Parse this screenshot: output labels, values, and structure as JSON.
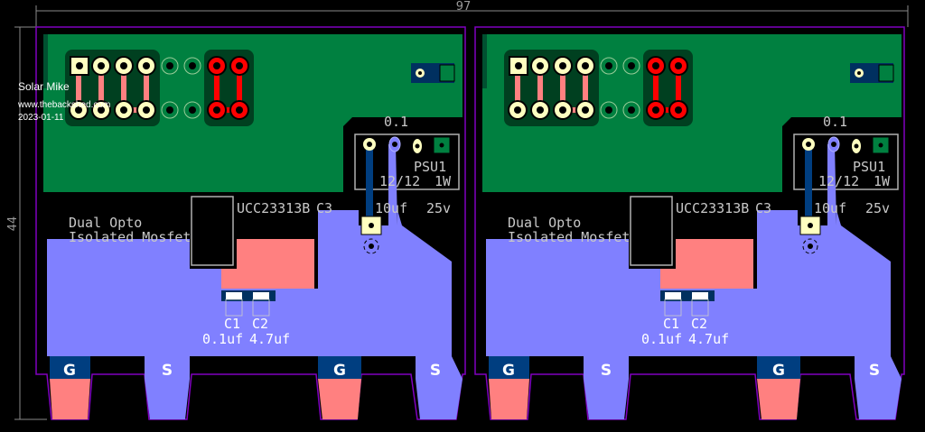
{
  "overlay": {
    "author": "Solar Mike",
    "website": "www.thebackshed.com",
    "date": "2023-01-11"
  },
  "dimensions": {
    "width": "97",
    "height": "44"
  },
  "board": {
    "desc_line1": "Dual Opto",
    "desc_line2": "Isolated Mosfet",
    "ic_label": "UCC23313B",
    "c3_label": "C3",
    "c3_value": "10uf",
    "c3_voltage": "25v",
    "psu_top": "0.1",
    "psu_ref": "PSU1",
    "psu_ratio": "12/12",
    "psu_power": "1W",
    "c1_label": "C1",
    "c2_label": "C2",
    "c1_value": "0.1uf",
    "c2_value": "4.7uf",
    "tabs": [
      "G",
      "S",
      "G",
      "S"
    ]
  },
  "colors": {
    "green": "#008040",
    "blue_copper": "#8080ff",
    "pink": "#ff8080",
    "red": "#ff0000",
    "pad_yellow": "#ffffc0",
    "outline": "#8000c0"
  }
}
